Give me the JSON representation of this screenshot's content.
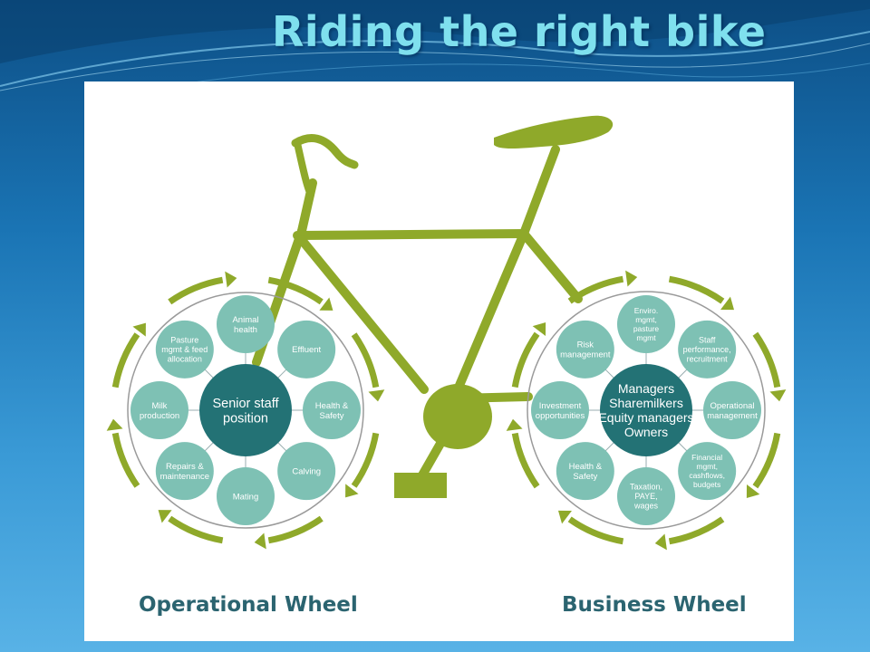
{
  "title": "Riding the right bike",
  "colors": {
    "frame": "#8fa92a",
    "node_fill": "#7ec1b4",
    "hub_fill": "#237275",
    "spoke": "#9aaeb0",
    "rim": "#9a9a9a",
    "label_text": "#2b6470"
  },
  "operational_wheel": {
    "label": "Operational Wheel",
    "hub": [
      "Senior staff",
      "position"
    ],
    "nodes": [
      [
        "Animal",
        "health"
      ],
      [
        "Effluent"
      ],
      [
        "Health &",
        "Safety"
      ],
      [
        "Calving"
      ],
      [
        "Mating"
      ],
      [
        "Repairs &",
        "maintenance"
      ],
      [
        "Milk",
        "production"
      ],
      [
        "Pasture",
        "mgmt & feed",
        "allocation"
      ]
    ]
  },
  "business_wheel": {
    "label": "Business Wheel",
    "hub": [
      "Managers",
      "Sharemilkers",
      "Equity managers",
      "Owners"
    ],
    "nodes": [
      [
        "Enviro.",
        "mgmt,",
        "pasture",
        "mgmt"
      ],
      [
        "Staff",
        "performance,",
        "recruitment"
      ],
      [
        "Operational",
        "management"
      ],
      [
        "Financial",
        "mgmt,",
        "cashflows,",
        "budgets"
      ],
      [
        "Taxation,",
        "PAYE,",
        "wages"
      ],
      [
        "Health &",
        "Safety"
      ],
      [
        "Investment",
        "opportunities"
      ],
      [
        "Risk",
        "management"
      ]
    ]
  }
}
